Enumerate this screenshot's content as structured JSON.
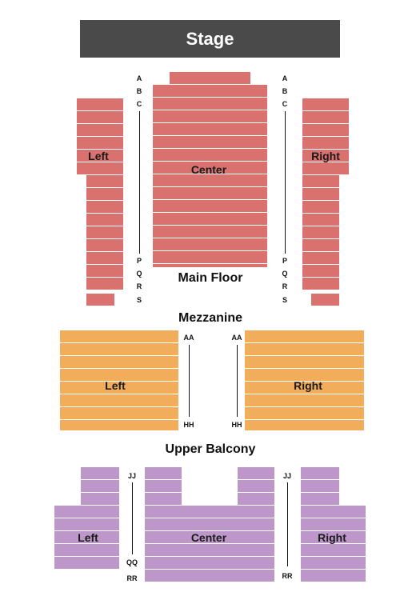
{
  "stage": {
    "label": "Stage"
  },
  "levels": {
    "main_floor": "Main Floor",
    "mezzanine": "Mezzanine",
    "upper_balcony": "Upper Balcony"
  },
  "sections": {
    "main_left": "Left",
    "main_center": "Center",
    "main_right": "Right",
    "mezz_left": "Left",
    "mezz_right": "Right",
    "upper_left": "Left",
    "upper_center": "Center",
    "upper_right": "Right"
  },
  "rows": {
    "main_left_aisle": [
      "A",
      "B",
      "C",
      "P",
      "Q",
      "R",
      "S"
    ],
    "main_right_aisle": [
      "A",
      "B",
      "C",
      "P",
      "Q",
      "R",
      "S"
    ],
    "mezz_left_aisle": [
      "AA",
      "HH"
    ],
    "mezz_right_aisle": [
      "AA",
      "HH"
    ],
    "upper_left_aisle": [
      "JJ",
      "QQ",
      "RR"
    ],
    "upper_right_aisle": [
      "JJ",
      "RR"
    ]
  },
  "colors": {
    "stage": "#4a4a4a",
    "main_floor": "#d9716e",
    "mezzanine": "#f2ad5a",
    "upper_balcony": "#bd97c9"
  }
}
